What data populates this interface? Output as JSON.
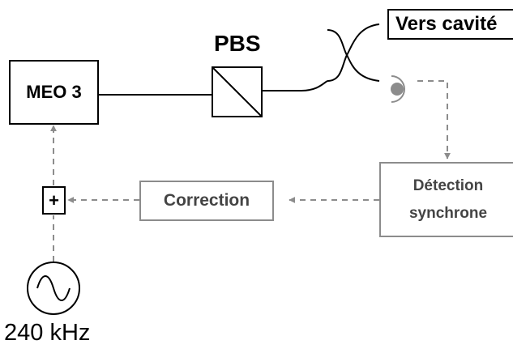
{
  "diagram": {
    "meo": "MEO 3",
    "pbs": "PBS",
    "output": "Vers cavité",
    "detection_line1": "Détection",
    "detection_line2": "synchrone",
    "correction": "Correction",
    "adder": "+",
    "frequency": "240 kHz"
  },
  "colors": {
    "solid": "#000000",
    "feedback": "#8c8c8c",
    "detector": "#8c8c8c",
    "text_gray": "#444444"
  }
}
